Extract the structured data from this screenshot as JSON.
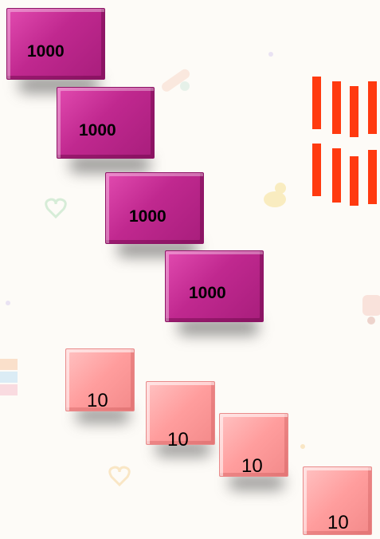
{
  "thousand_blocks": [
    {
      "label": "1000"
    },
    {
      "label": "1000"
    },
    {
      "label": "1000"
    },
    {
      "label": "1000"
    }
  ],
  "ten_blocks": [
    {
      "label": "10"
    },
    {
      "label": "10"
    },
    {
      "label": "10"
    },
    {
      "label": "10"
    }
  ],
  "tally_sticks": {
    "rows": 2,
    "per_row": 4,
    "total": 8
  },
  "colors": {
    "thousand_block": "#c0288f",
    "ten_block": "#ff9d9d",
    "stick": "#ff3a10",
    "background": "#fdfbf7"
  }
}
